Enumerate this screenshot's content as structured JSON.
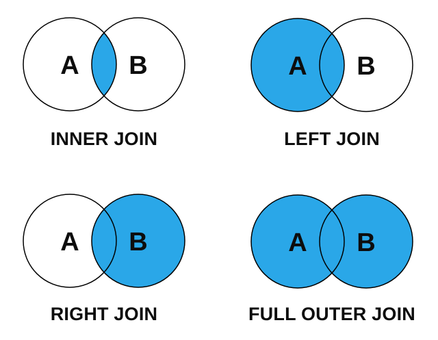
{
  "colors": {
    "highlight_blue": "#2AA7E8",
    "white": "#FFFFFF",
    "circle_stroke": "#000000",
    "text": "#0d0d0d"
  },
  "diagrams": [
    {
      "id": "inner-join",
      "title": "INNER JOIN",
      "label_a": "A",
      "label_b": "B",
      "fill_a": "#FFFFFF",
      "fill_b": "#FFFFFF",
      "fill_intersection": "#2AA7E8"
    },
    {
      "id": "left-join",
      "title": "LEFT JOIN",
      "label_a": "A",
      "label_b": "B",
      "fill_a": "#2AA7E8",
      "fill_b": "#FFFFFF",
      "fill_intersection": "#2AA7E8"
    },
    {
      "id": "right-join",
      "title": "RIGHT JOIN",
      "label_a": "A",
      "label_b": "B",
      "fill_a": "#FFFFFF",
      "fill_b": "#2AA7E8",
      "fill_intersection": "#2AA7E8"
    },
    {
      "id": "full-outer-join",
      "title": "FULL OUTER JOIN",
      "label_a": "A",
      "label_b": "B",
      "fill_a": "#2AA7E8",
      "fill_b": "#2AA7E8",
      "fill_intersection": "#2AA7E8"
    }
  ]
}
